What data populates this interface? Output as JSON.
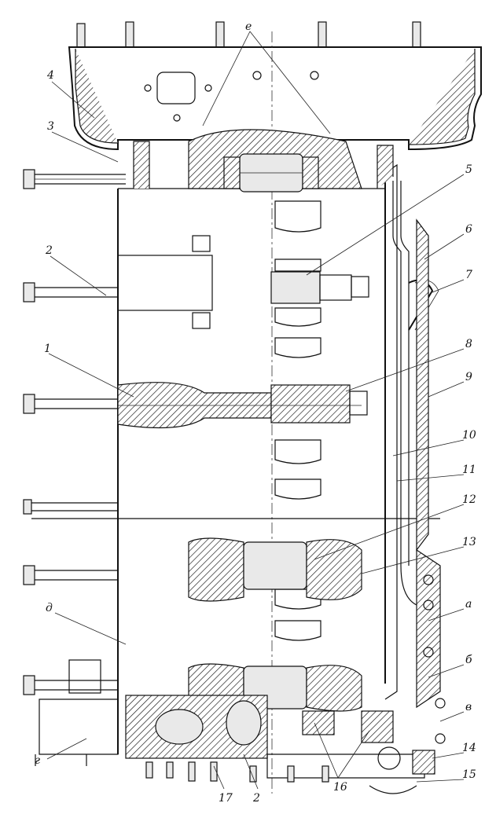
{
  "callouts": {
    "c1": "1",
    "c2": "2",
    "c3": "3",
    "c4": "4",
    "c5": "5",
    "c6": "6",
    "c7": "7",
    "c8": "8",
    "c9": "9",
    "c10": "10",
    "c11": "11",
    "c12": "12",
    "c13": "13",
    "c14": "14",
    "c15": "15",
    "c16": "16",
    "c17": "17",
    "ce": "e",
    "cd": "д",
    "ca": "а",
    "cb": "б",
    "cv": "в",
    "cz": "г",
    "c2b": "2"
  }
}
